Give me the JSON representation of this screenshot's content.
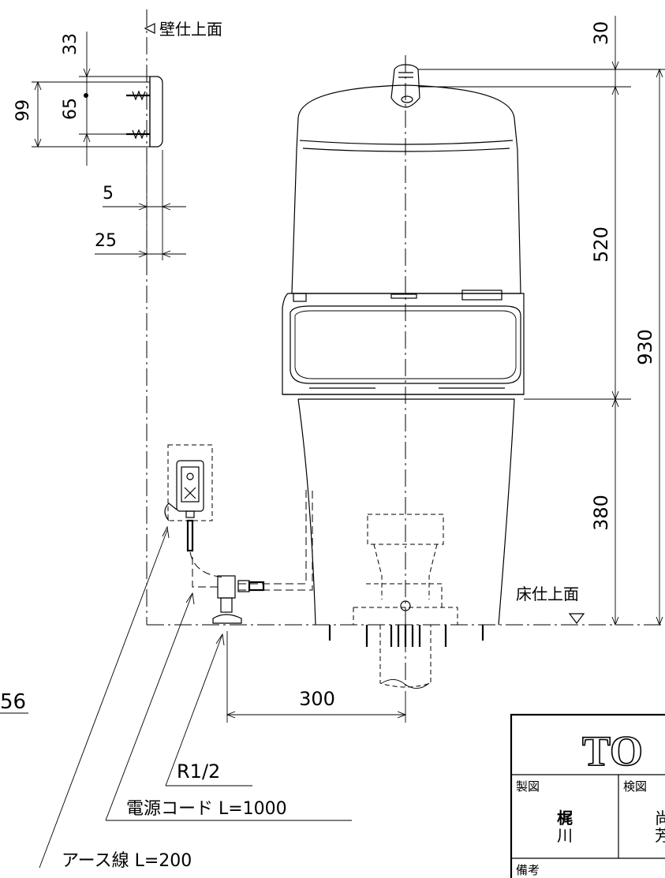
{
  "labels": {
    "wall_surface": "壁仕上面",
    "floor_surface": "床仕上面",
    "pipe_size": "R1/2",
    "power_cord": "電源コード L=1000",
    "earth_wire": "アース線 L=200",
    "left_cut_value": "56"
  },
  "dimensions": {
    "d33": "33",
    "d99": "99",
    "d65": "65",
    "d5": "5",
    "d25": "25",
    "d30": "30",
    "d520": "520",
    "d930": "930",
    "d380": "380",
    "d300": "300"
  },
  "title_block": {
    "logo": "TO",
    "drafted_by_label": "製図",
    "checked_by_label": "検図",
    "drafter_name_1": "梶",
    "drafter_name_2": "川",
    "checker_name_1": "尚",
    "checker_name_2": "芳",
    "remarks_label": "備考"
  },
  "colors": {
    "line": "#000000",
    "background": "#ffffff"
  }
}
